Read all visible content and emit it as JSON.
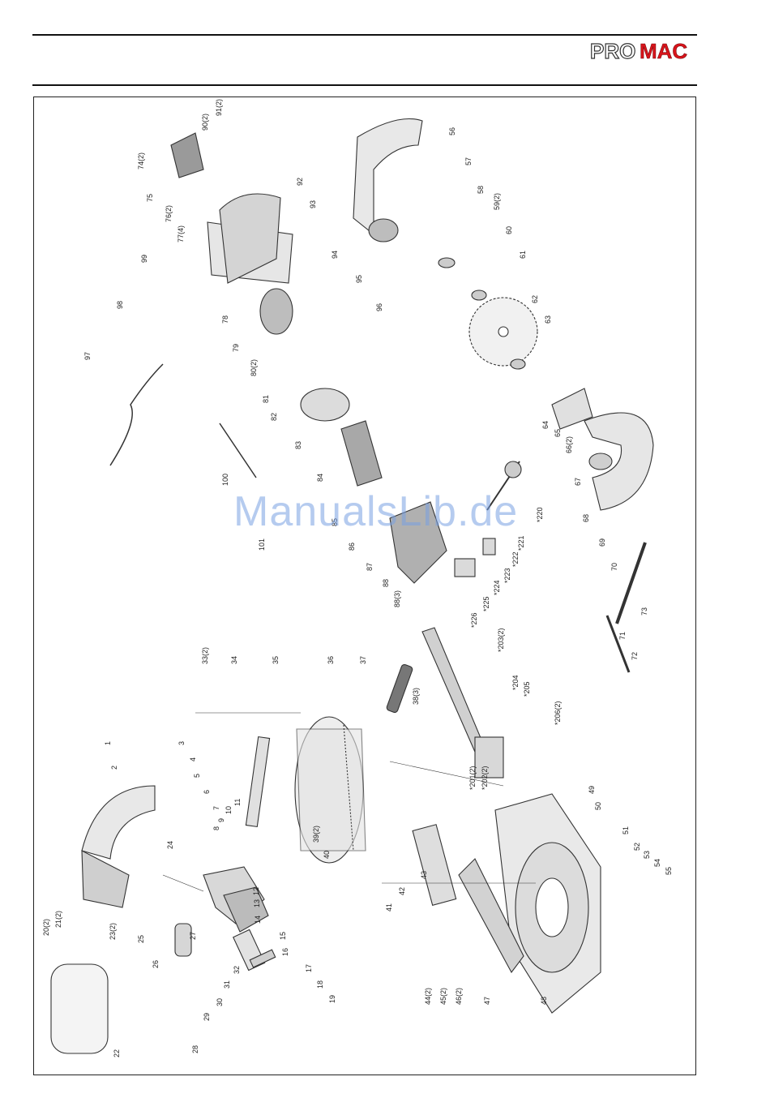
{
  "header": {
    "logo_text": "PROMAC",
    "logo_part_a": "PRO",
    "logo_part_b": "MAC",
    "logo_colors": {
      "outline": "#333333",
      "accent": "#d9141b"
    }
  },
  "diagram": {
    "type": "exploded-parts-view",
    "part_labels": [
      "1",
      "2",
      "3",
      "4",
      "5",
      "6",
      "7",
      "8",
      "9",
      "10",
      "11",
      "12",
      "13",
      "14",
      "15",
      "16",
      "17",
      "18",
      "19",
      "20(2)",
      "21(2)",
      "22",
      "23(2)",
      "24",
      "25",
      "26",
      "27",
      "28",
      "29",
      "30",
      "31",
      "32",
      "33(2)",
      "34",
      "35",
      "36",
      "37",
      "38(3)",
      "39(2)",
      "40",
      "41",
      "42",
      "43",
      "44(2)",
      "45(2)",
      "46(2)",
      "47",
      "48",
      "49",
      "50",
      "51",
      "52",
      "53",
      "54",
      "55",
      "56",
      "57",
      "58",
      "59(2)",
      "60",
      "61",
      "62",
      "63",
      "64",
      "65",
      "66(2)",
      "67",
      "68",
      "69",
      "70",
      "71",
      "72",
      "73",
      "74(2)",
      "75",
      "76(2)",
      "77(4)",
      "78",
      "79",
      "80(2)",
      "81",
      "82",
      "83",
      "84",
      "85",
      "86",
      "87",
      "88",
      "88(3)",
      "90(2)",
      "91(2)",
      "92",
      "93",
      "94",
      "95",
      "96",
      "97",
      "98",
      "99",
      "100",
      "101",
      "*201(2)",
      "*202(2)",
      "*203(2)",
      "*204",
      "*205",
      "*206(2)",
      "*220",
      "*221",
      "*222",
      "*223",
      "*224",
      "*225",
      "*226"
    ]
  },
  "watermark": {
    "text": "ManualsLib.de",
    "color": "#8fb0e6"
  }
}
